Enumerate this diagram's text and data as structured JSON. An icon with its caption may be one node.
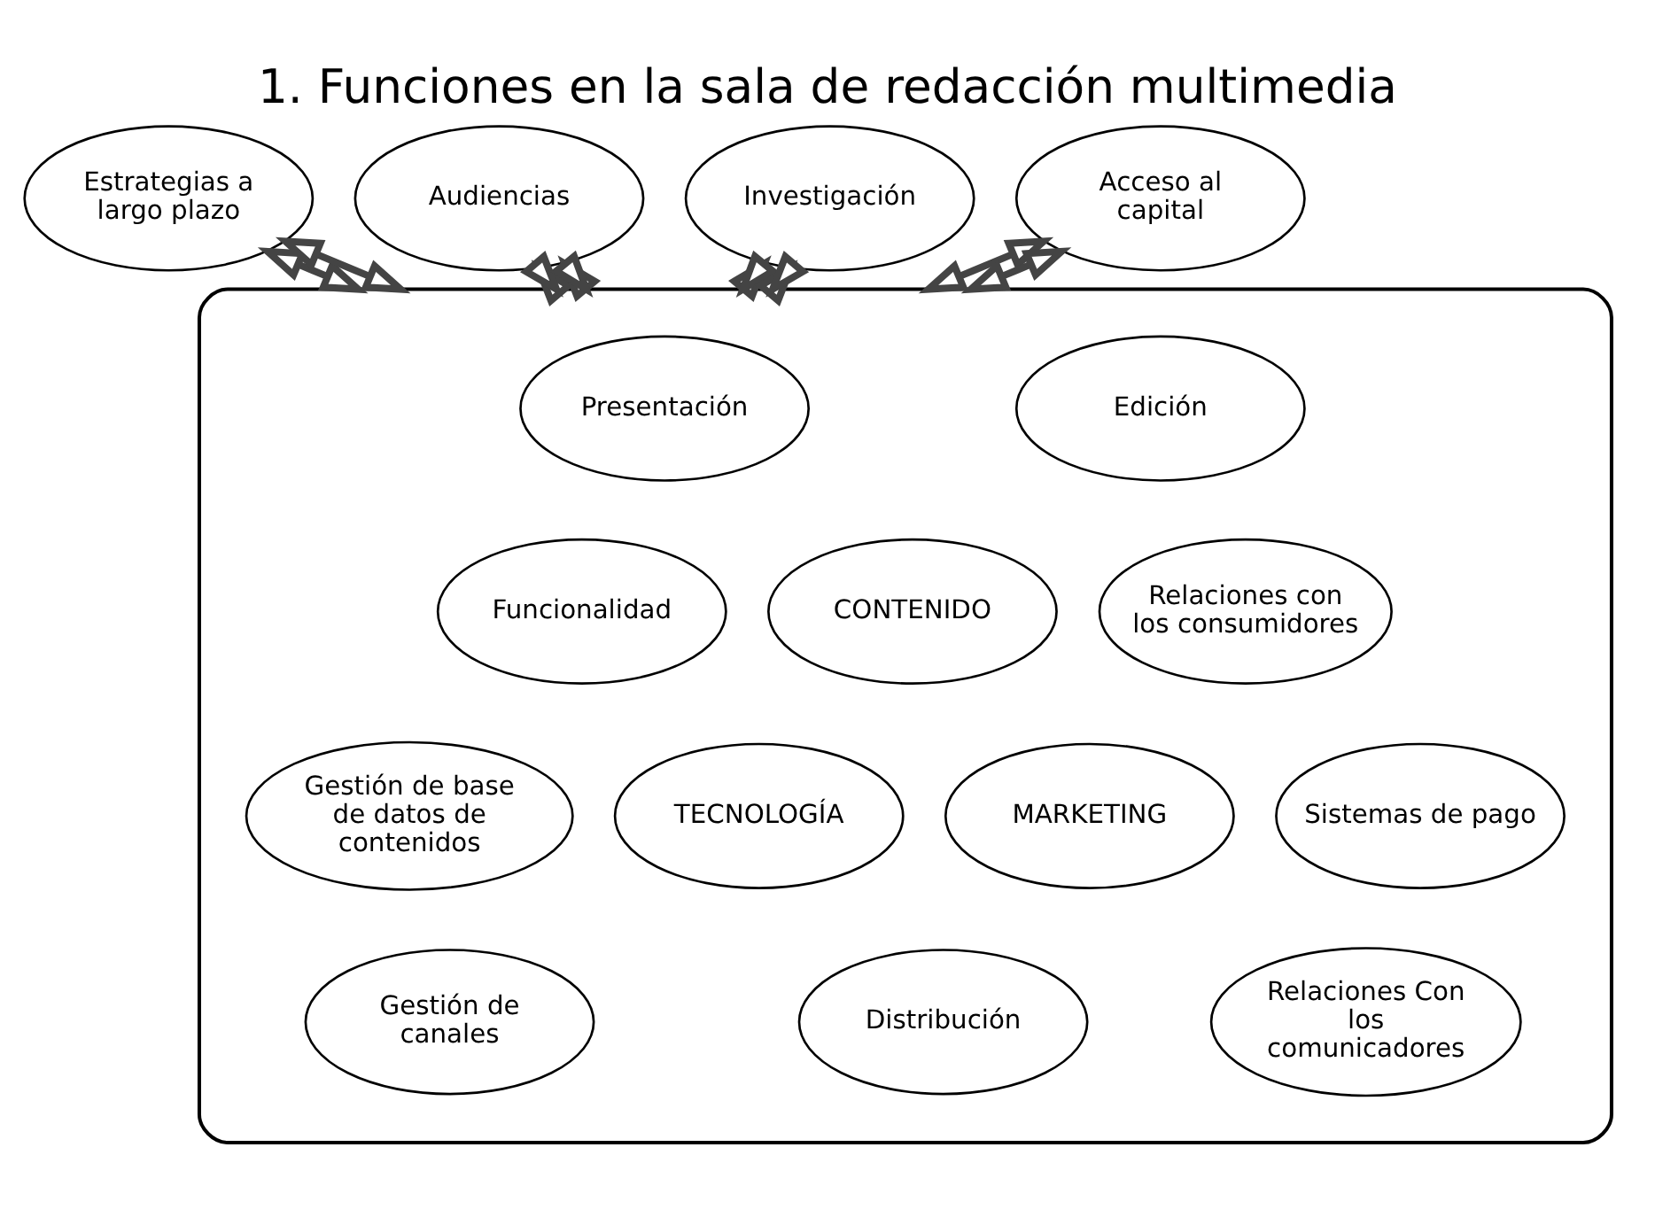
{
  "diagram": {
    "title": "1. Funciones en la sala de redacción multimedia",
    "nodes": [
      {
        "text": [
          "Estrategias a largo plazo"
        ]
      },
      {
        "text": [
          "Audiencias"
        ]
      },
      {
        "text": [],
        "shape": "ellipse"
      },
      {
        "text": [
          "Presentación"
        ],
        "in": 2
      },
      {
        "text": [
          "Edición"
        ],
        "in": 2
      },
      {
        "text": [
          "Funcionalidad"
        ],
        "in": 2
      },
      {
        "text": [
          "CONTENIDO"
        ],
        "in": 2
      },
      {
        "text": [
          "Relaciones con los consumidores"
        ],
        "in": 2
      },
      {
        "text": [
          "Gestión de base de datos de contenidos"
        ],
        "in": 2
      },
      {
        "text": [
          "TECNOLOGÍA"
        ],
        "in": 2
      },
      {
        "text": [
          "MARKETING"
        ],
        "in": 2
      },
      {
        "text": [
          "Sistemas de pago"
        ],
        "in": 2
      },
      {
        "text": [
          "Gestión de canales"
        ],
        "in": 2
      },
      {
        "text": [
          "Distribución"
        ],
        "in": 2
      },
      {
        "text": [
          "Relaciones Con los comunicadores"
        ],
        "in": 2
      },
      {
        "text": [
          "Investigación"
        ]
      },
      {
        "text": [
          "Acceso al capital"
        ]
      }
    ],
    "edges": [
      {
        "from": 0,
        "to": 2,
        "arrow": "both"
      },
      {
        "from": 0,
        "to": 2,
        "arrow": "both"
      },
      {
        "from": 1,
        "to": 2,
        "arrow": "both"
      },
      {
        "from": 1,
        "to": 2,
        "arrow": "both"
      },
      {
        "from": 15,
        "to": 2,
        "arrow": "both"
      },
      {
        "from": 15,
        "to": 2,
        "arrow": "both"
      },
      {
        "from": 16,
        "to": 2,
        "arrow": "both"
      },
      {
        "from": 16,
        "to": 2,
        "arrow": "both"
      }
    ]
  }
}
